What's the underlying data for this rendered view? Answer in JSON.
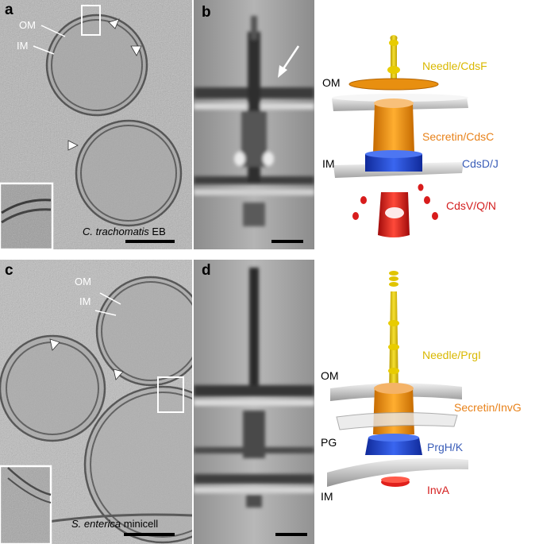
{
  "panels": {
    "a": {
      "letter": "a",
      "om": "OM",
      "im": "IM",
      "caption_species": "C. trachomatis",
      "caption_suffix": " EB"
    },
    "b": {
      "letter": "b"
    },
    "c": {
      "letter": "c",
      "om": "OM",
      "im": "IM",
      "caption_species": "S. enterica",
      "caption_suffix": " minicell"
    },
    "d": {
      "letter": "d"
    }
  },
  "model_top": {
    "om": "OM",
    "im": "IM",
    "needle": "Needle/CdsF",
    "secretin": "Secretin/CdsC",
    "ring": "CdsD/J",
    "export": "CdsV/Q/N"
  },
  "model_bottom": {
    "om": "OM",
    "pg": "PG",
    "im": "IM",
    "needle": "Needle/PrgI",
    "secretin": "Secretin/InvG",
    "ring": "PrgH/K",
    "export": "InvA"
  },
  "colors": {
    "needle": "#e8d000",
    "secretin": "#f0960a",
    "ring": "#1f3fc8",
    "export": "#e0201c",
    "membrane": "#cfcfcf",
    "label_needle": "#d9b800",
    "label_secretin": "#e8821a",
    "label_ring": "#3a5db8",
    "label_export": "#d42020"
  }
}
